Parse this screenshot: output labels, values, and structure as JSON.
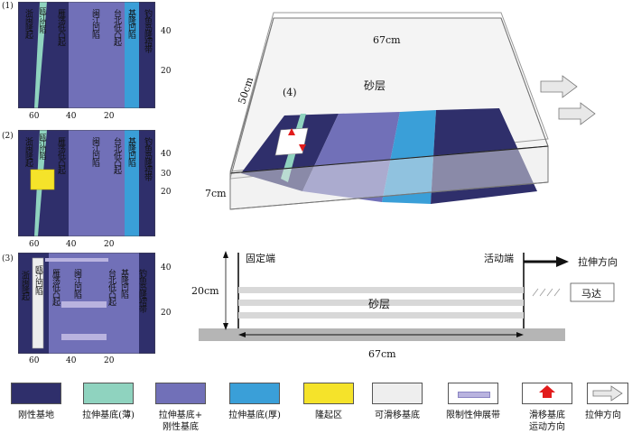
{
  "panels": [
    {
      "label": "(1)",
      "x_ticks": [
        "60",
        "40",
        "20"
      ],
      "y_ticks": [
        "40",
        "20"
      ],
      "zones": [
        "浙闽隆起",
        "瓯江凹陷",
        "雁荡低凸起",
        "闽江凹陷",
        "台北低凸起",
        "基隆凹陷",
        "钓鱼岛隆褶带"
      ]
    },
    {
      "label": "(2)",
      "x_ticks": [
        "60",
        "40",
        "20"
      ],
      "y_ticks": [
        "40",
        "30",
        "20"
      ],
      "zones": [
        "浙闽隆起",
        "瓯江凹陷",
        "雁荡低凸起",
        "闽江凹陷",
        "台北低凸起",
        "基隆凹陷",
        "钓鱼岛隆褶带"
      ]
    },
    {
      "label": "(3)",
      "x_ticks": [
        "60",
        "40",
        "20"
      ],
      "y_ticks": [
        "40",
        "20"
      ],
      "zones": [
        "浙闽隆起",
        "瓯江凹陷",
        "雁荡低凸起",
        "闽江凹陷",
        "台北低凸起",
        "基隆凹陷",
        "钓鱼岛隆褶带"
      ]
    }
  ],
  "box3d": {
    "panel_label": "(4)",
    "width_label": "67cm",
    "depth_label": "50cm",
    "height_label": "7cm",
    "sand_label": "砂层"
  },
  "cross_section": {
    "fixed_end": "固定端",
    "mobile_end": "活动端",
    "pull_direction": "拉伸方向",
    "motor": "马达",
    "sand_label": "砂层",
    "height_label": "20cm",
    "length_label": "67cm"
  },
  "legend": [
    {
      "label": "刚性基地",
      "color": "#2f2f6b"
    },
    {
      "label": "拉伸基底(薄)",
      "color": "#8fd3bf"
    },
    {
      "label": "拉伸基底+\n刚性基底",
      "color": "#7170b8"
    },
    {
      "label": "拉伸基底(厚)",
      "color": "#3a9fd8"
    },
    {
      "label": "隆起区",
      "color": "#f5e32a"
    },
    {
      "label": "可滑移基底",
      "color": "#eeeeee"
    },
    {
      "label": "限制性伸展带",
      "color": "#b9b3df"
    },
    {
      "label": "滑移基底\n运动方向",
      "color": "#e21c1c"
    },
    {
      "label": "拉伸方向",
      "color": "#dddddd"
    }
  ]
}
